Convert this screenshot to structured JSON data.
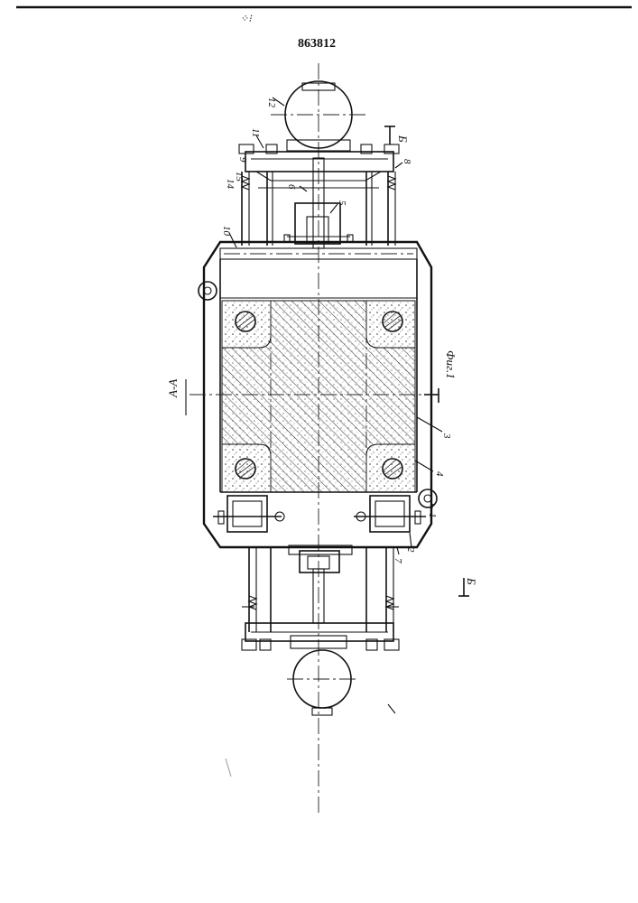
{
  "document": {
    "patent_number": "863812",
    "figure_caption": "Фиг.1",
    "section_label": "А-А",
    "view_label": "Б",
    "marks": {
      "tick": "⁘⁝"
    }
  },
  "callouts": [
    "1",
    "2",
    "3",
    "4",
    "5",
    "6",
    "7",
    "8",
    "9",
    "10",
    "11",
    "12",
    "14",
    "15"
  ]
}
